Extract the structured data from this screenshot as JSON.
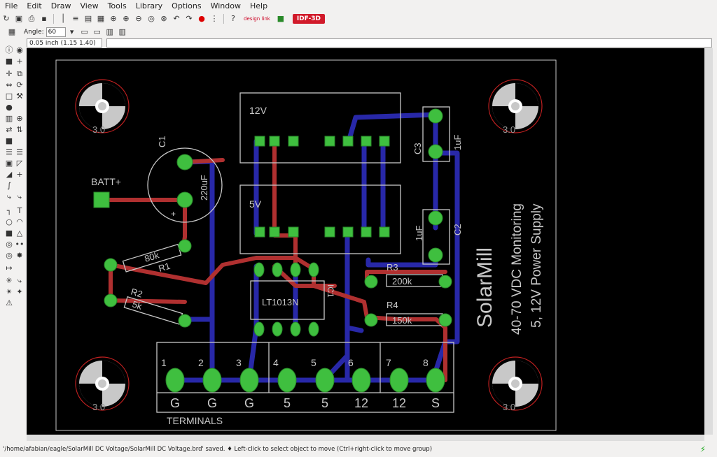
{
  "menu": [
    "File",
    "Edit",
    "Draw",
    "View",
    "Tools",
    "Library",
    "Options",
    "Window",
    "Help"
  ],
  "toolbar": {
    "angle_label": "Angle:",
    "angle_value": "60",
    "idf_label": "IDF-3D"
  },
  "coord_display": "0.05 inch (1.15 1.40)",
  "status": "'/home/afabian/eagle/SolarMill DC Voltage/SolarMill DC Voltage.brd' saved.  ♦ Left-click to select object to move (Ctrl+right-click to move group)",
  "board": {
    "labels": {
      "c1": "C1",
      "c1_value": "220uF",
      "batt": "BATT+",
      "r1": "R1",
      "r1_value": "80k",
      "r2": "R2",
      "r2_value": "5k",
      "reg_12v": "12V",
      "reg_5v": "5V",
      "c3": "C3",
      "c3_value": "1uF",
      "c2": "C2",
      "c2_value": "1uF",
      "r3": "R3",
      "r3_value": "200k",
      "r4": "R4",
      "r4_value": "150k",
      "ic": "LT1013N",
      "ic_ref": "IC1",
      "brand": "SolarMill",
      "desc1": "40-70 VDC Monitoring",
      "desc2": "5, 12V Power Supply",
      "terminals": "TERMINALS",
      "hole_size": "3.0",
      "plus": "+"
    },
    "terminal_numbers": [
      "1",
      "2",
      "3",
      "4",
      "5",
      "6",
      "7",
      "8"
    ],
    "terminal_signals": [
      "G",
      "G",
      "G",
      "5",
      "5",
      "12",
      "12",
      "S"
    ],
    "colors": {
      "background": "#000000",
      "top_copper": "#b03030",
      "bottom_copper": "#2828a8",
      "pad": "#3fbf3f",
      "silkscreen": "#c8c8c8"
    }
  }
}
